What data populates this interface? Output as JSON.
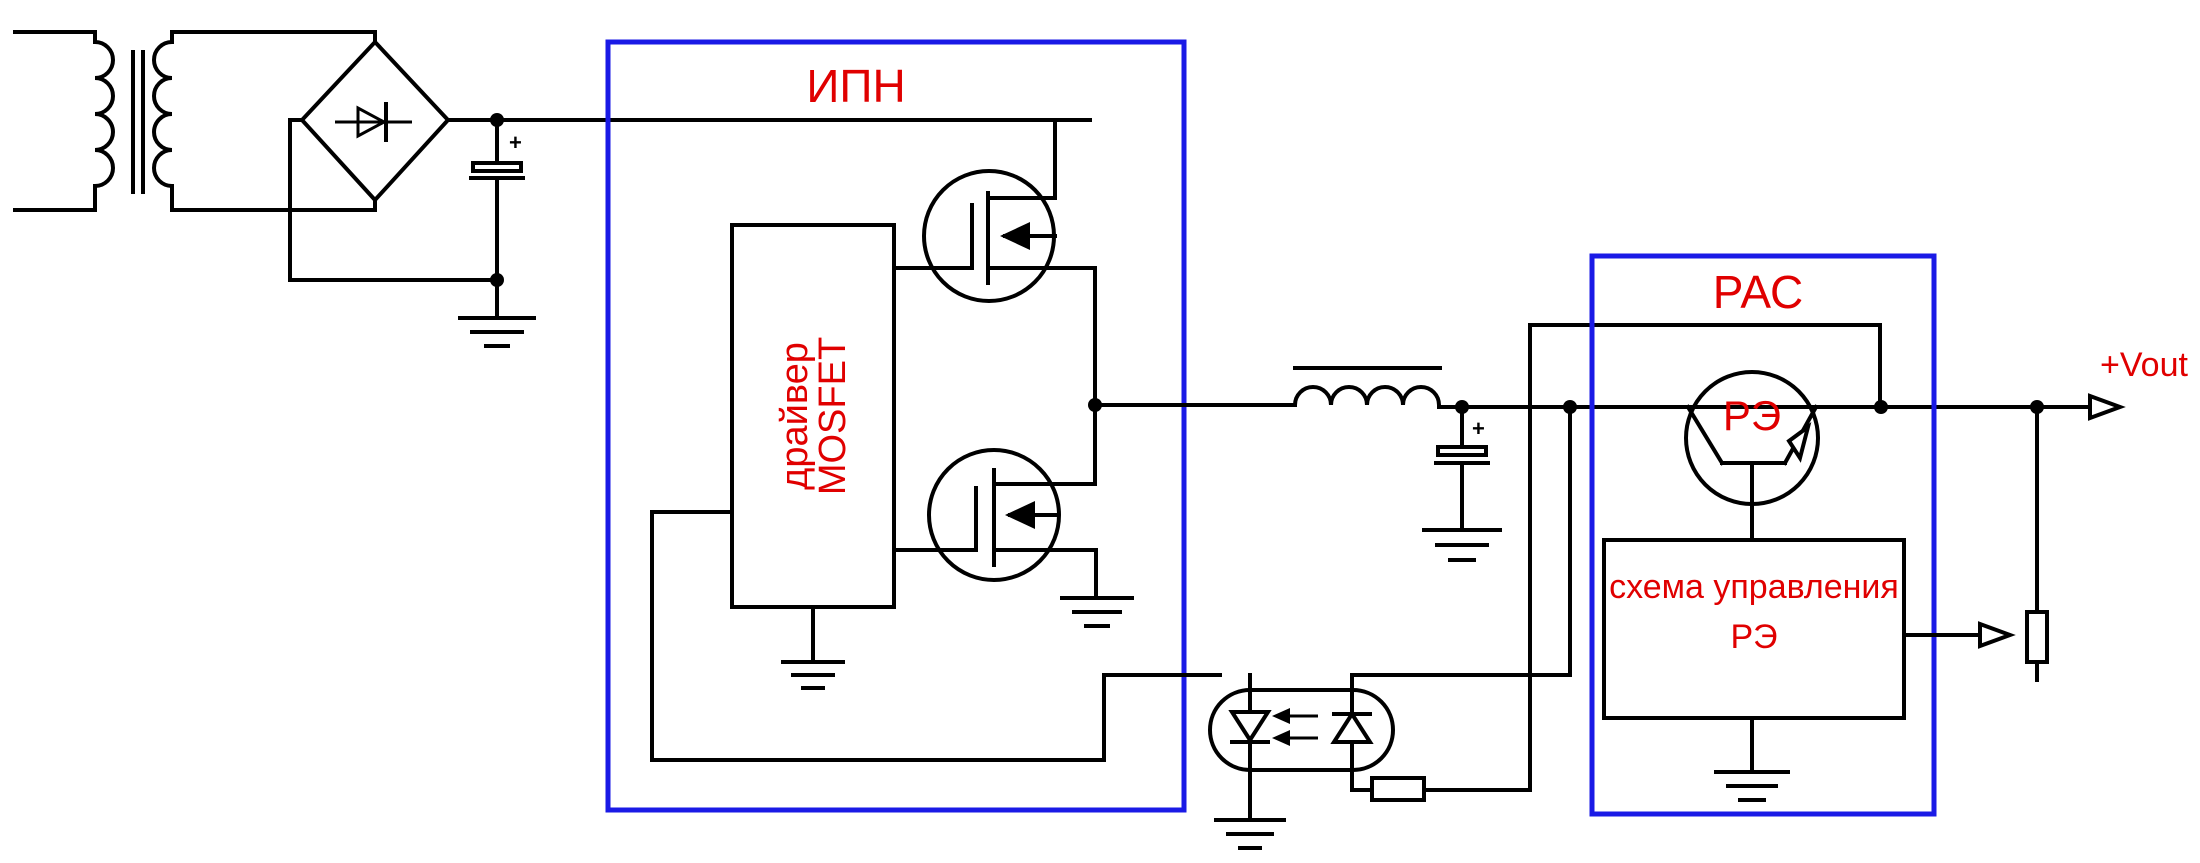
{
  "labels": {
    "ipn": "ИПН",
    "pac": "РАС",
    "driver_line1": "драйвер",
    "driver_line2": "MOSFET",
    "re": "РЭ",
    "control_line1": "схема управления",
    "control_line2": "РЭ",
    "vout": "+Vout",
    "cap_plus": "+"
  },
  "colors": {
    "block_border": "#1a1ae6",
    "label_text": "#e00000",
    "wire": "#000000",
    "background": "#ffffff"
  }
}
